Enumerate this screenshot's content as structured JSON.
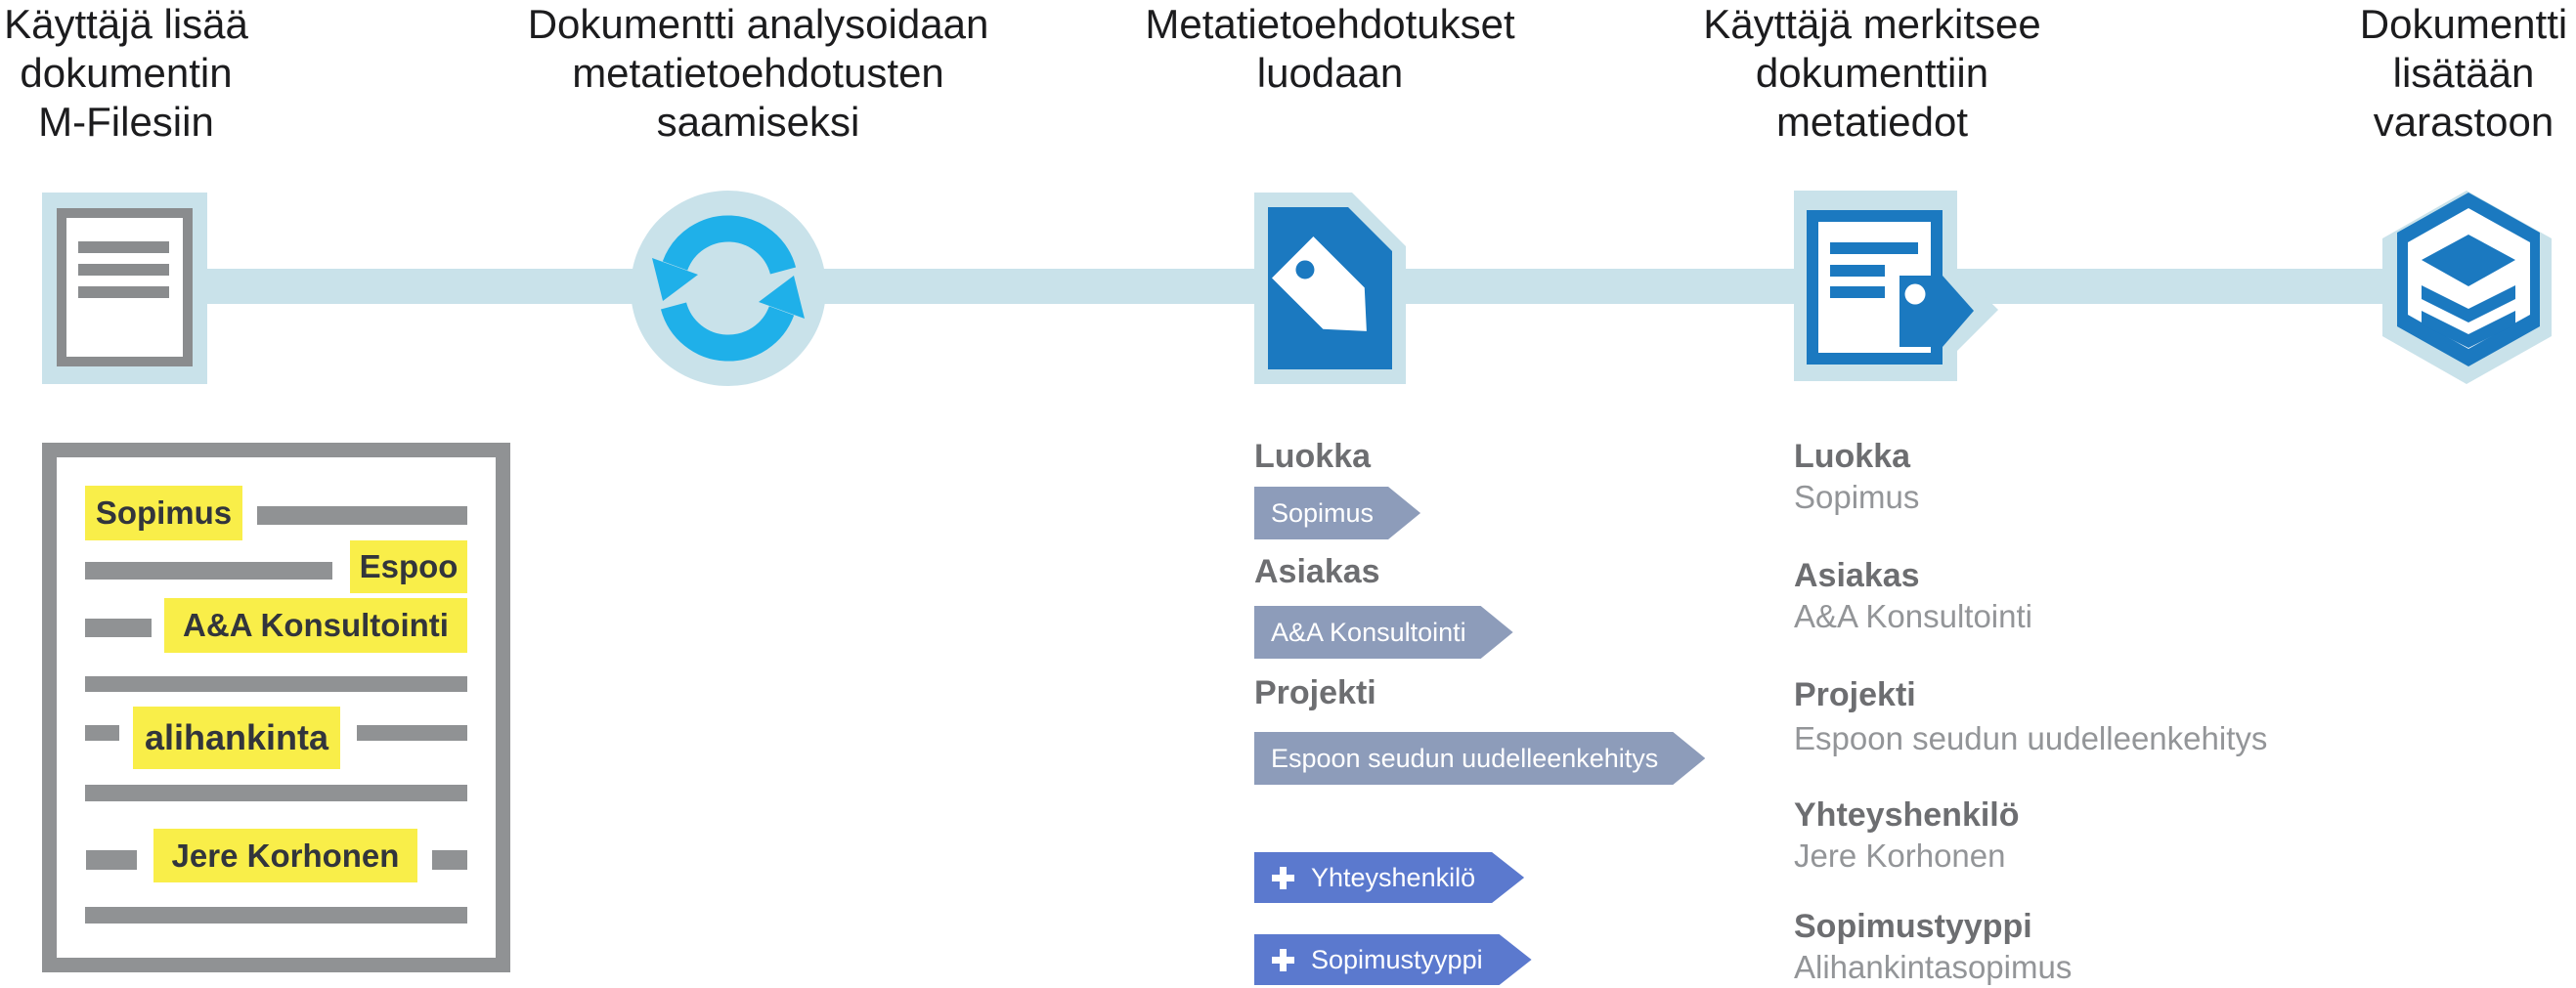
{
  "steps": [
    {
      "lines": [
        "Käyttäjä lisää",
        "dokumentin",
        "M-Filesiin"
      ],
      "icon": "document-icon"
    },
    {
      "lines": [
        "Dokumentti analysoidaan",
        "metatietoehdotusten",
        "saamiseksi"
      ],
      "icon": "sync-icon"
    },
    {
      "lines": [
        "Metatietoehdotukset",
        "luodaan"
      ],
      "icon": "tag-document-icon"
    },
    {
      "lines": [
        "Käyttäjä merkitsee",
        "dokumenttiin",
        "metatiedot"
      ],
      "icon": "document-tag-icon"
    },
    {
      "lines": [
        "Dokumentti",
        "lisätään",
        "varastoon"
      ],
      "icon": "vault-hexagon-icon"
    }
  ],
  "document_preview": {
    "highlights": [
      "Sopimus",
      "Espoo",
      "A&A Konsultointi",
      "alihankinta",
      "Jere Korhonen"
    ]
  },
  "suggestions": {
    "fields": [
      {
        "label": "Luokka",
        "tag": "Sopimus"
      },
      {
        "label": "Asiakas",
        "tag": "A&A Konsultointi"
      },
      {
        "label": "Projekti",
        "tag": "Espoon seudun uudelleenkehitys"
      }
    ],
    "add_buttons": [
      {
        "label": "Yhteyshenkilö"
      },
      {
        "label": "Sopimustyyppi"
      }
    ]
  },
  "metadata": {
    "fields": [
      {
        "label": "Luokka",
        "value": "Sopimus"
      },
      {
        "label": "Asiakas",
        "value": "A&A Konsultointi"
      },
      {
        "label": "Projekti",
        "value": "Espoon seudun uudelleenkehitys"
      },
      {
        "label": "Yhteyshenkilö",
        "value": "Jere Korhonen"
      },
      {
        "label": "Sopimustyyppi",
        "value": "Alihankintasopimus"
      }
    ]
  },
  "colors": {
    "timeline_pale_blue": "#c9e2ea",
    "bright_blue": "#1fb0e9",
    "medium_blue": "#1b79c0",
    "icon_gray": "#8a8c8e",
    "doc_gray": "#909294",
    "highlight_yellow": "#f9ee49",
    "highlight_text": "#32353c",
    "label_gray": "#6d6e71",
    "value_gray": "#939598",
    "tag_grayblue": "#8d9cba",
    "tag_blue": "#5b79ce"
  }
}
